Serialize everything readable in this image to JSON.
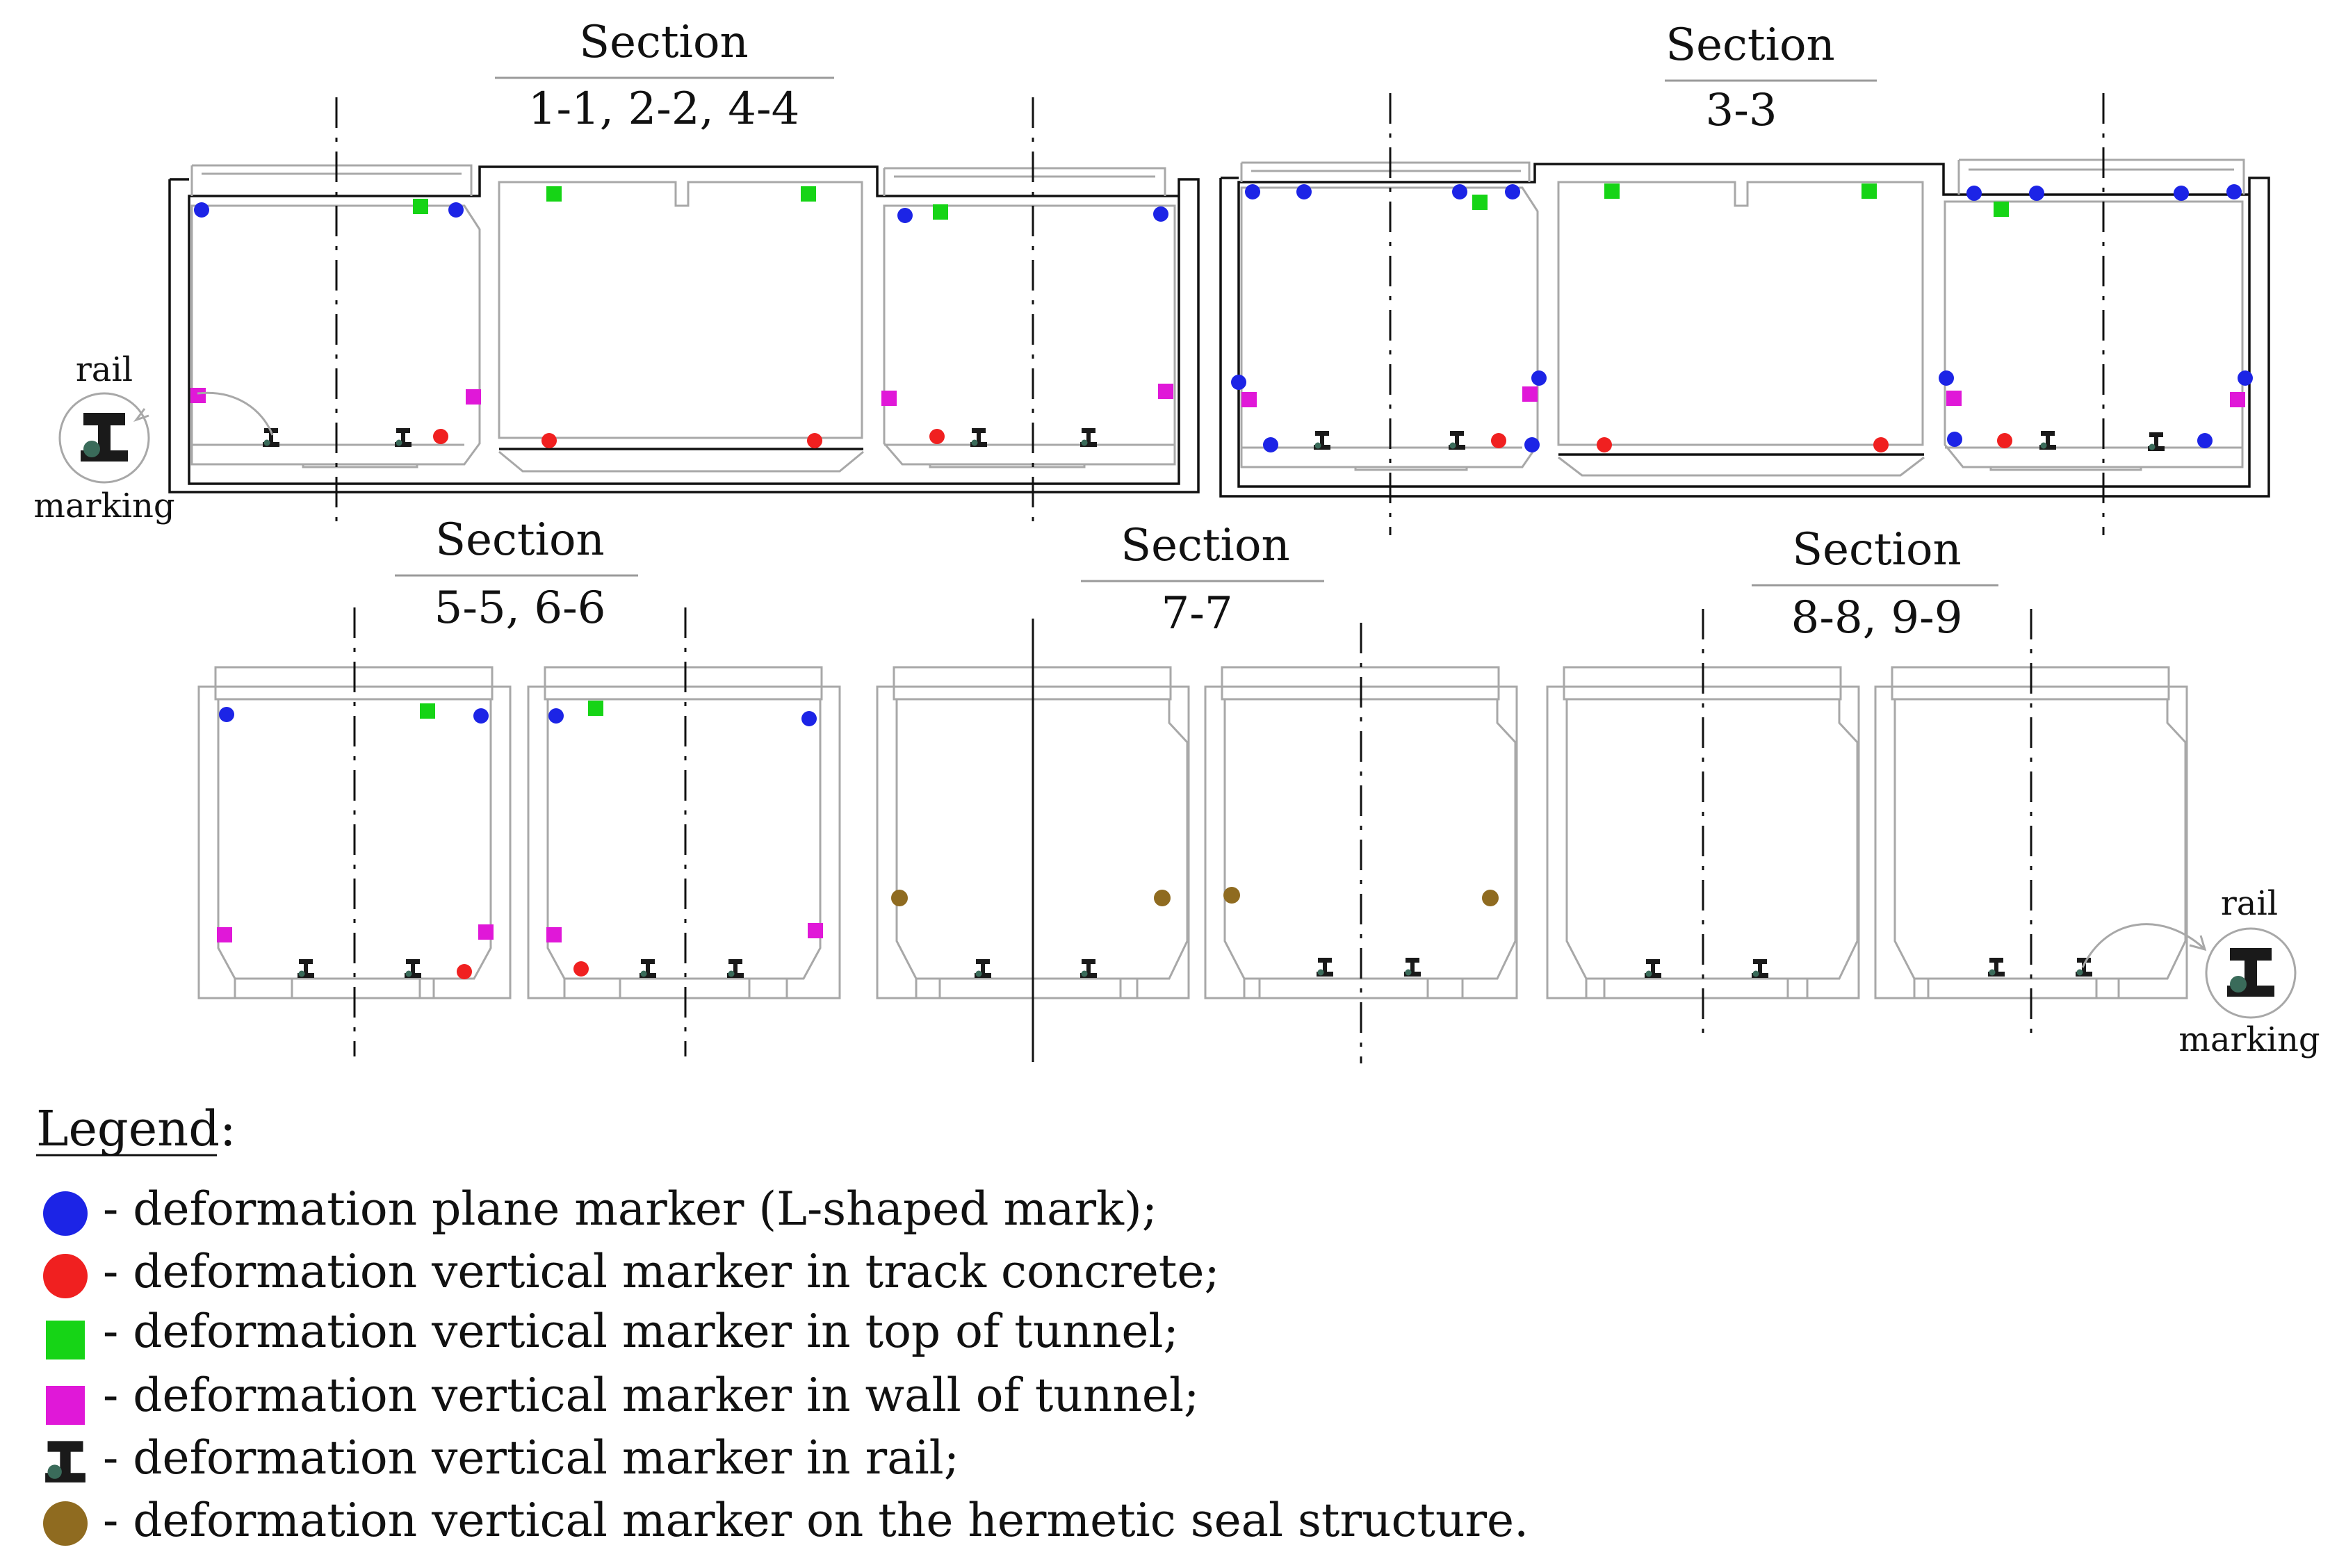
{
  "sections": [
    {
      "title": "Section",
      "number": "1-1, 2-2, 4-4"
    },
    {
      "title": "Section",
      "number": "3-3"
    },
    {
      "title": "Section",
      "number": "5-5,  6-6"
    },
    {
      "title": "Section",
      "number": "7-7"
    },
    {
      "title": "Section",
      "number": "8-8,  9-9"
    }
  ],
  "callouts": {
    "left": {
      "top": "rail",
      "bottom": "marking"
    },
    "right": {
      "top": "rail",
      "bottom": "marking"
    }
  },
  "legend": {
    "title": "Legend:",
    "items": [
      {
        "symbol": "blue-circle",
        "color": "#1c24e6",
        "text": "- deformation plane marker (L-shaped mark);"
      },
      {
        "symbol": "red-circle",
        "color": "#f02020",
        "text": "- deformation vertical marker in track concrete;"
      },
      {
        "symbol": "green-square",
        "color": "#16d416",
        "text": "- deformation vertical marker in top of tunnel;"
      },
      {
        "symbol": "magenta-square",
        "color": "#e018d8",
        "text": "- deformation vertical marker in wall of tunnel;"
      },
      {
        "symbol": "rail-icon",
        "color": "#1a1a1a",
        "text": "- deformation vertical marker in rail;"
      },
      {
        "symbol": "brown-circle",
        "color": "#8f6b20",
        "text": "- deformation vertical marker on the hermetic seal structure."
      }
    ]
  },
  "colors": {
    "blue": "#1c24e6",
    "red": "#f02020",
    "green": "#16d416",
    "magenta": "#e018d8",
    "brown": "#8f6b20",
    "rail": "#1a1a1a",
    "rail_marking": "#3a6b5a"
  }
}
